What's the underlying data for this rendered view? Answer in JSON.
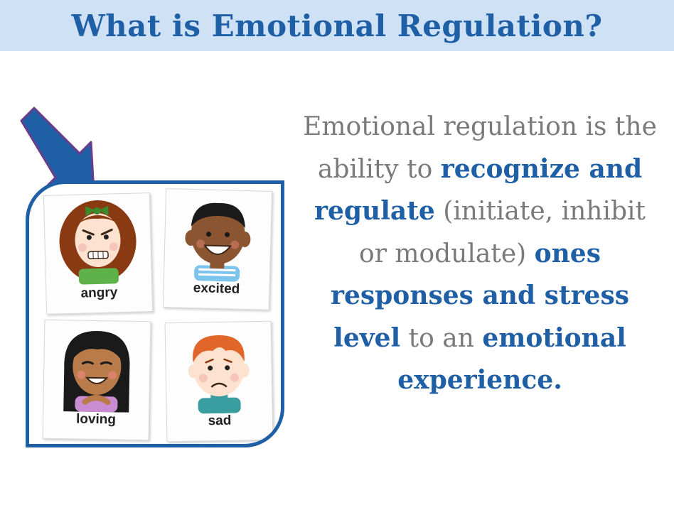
{
  "slide": {
    "title": "What is Emotional Regulation?"
  },
  "cards": [
    {
      "label": "angry"
    },
    {
      "label": "excited"
    },
    {
      "label": "loving"
    },
    {
      "label": "sad"
    }
  ],
  "definition": {
    "t1": "Emotional regulation is the ability to ",
    "h1": "recognize and regulate",
    "t2": " (initiate, inhibit or modulate) ",
    "h2": "ones responses and stress level",
    "t3": " to an ",
    "h3": "emotional experience",
    "t4": "."
  },
  "colors": {
    "accent": "#1f5fa6",
    "banner": "#cfe2f5",
    "body_text": "#7a7a7a"
  },
  "icons": [
    "arrow-icon",
    "angry-face-icon",
    "excited-face-icon",
    "loving-face-icon",
    "sad-face-icon"
  ]
}
